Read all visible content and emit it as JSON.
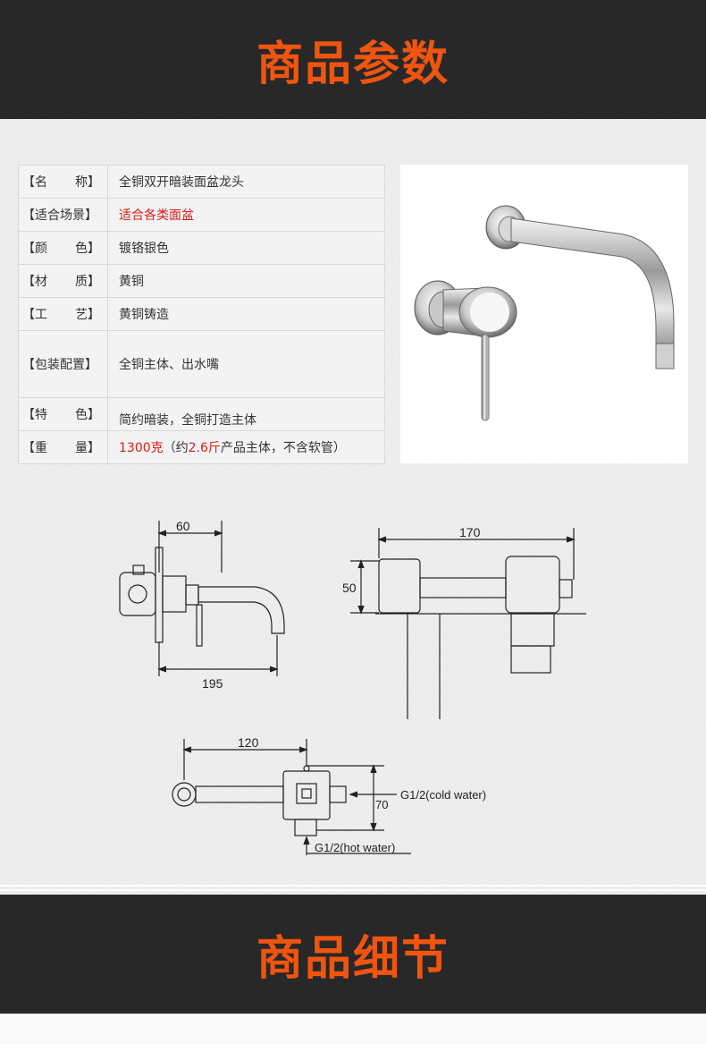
{
  "header": {
    "title": "商品参数"
  },
  "specs": [
    {
      "label_left": "【名",
      "label_right": "称】",
      "value": "全铜双开暗装面盆龙头",
      "highlight": false
    },
    {
      "label_left": "【适合场景】",
      "label_right": "",
      "value": "适合各类面盆",
      "highlight": true
    },
    {
      "label_left": "【颜",
      "label_right": "色】",
      "value": "镀铬银色",
      "highlight": false
    },
    {
      "label_left": "【材",
      "label_right": "质】",
      "value": "黄铜",
      "highlight": false
    },
    {
      "label_left": "【工",
      "label_right": "艺】",
      "value": "黄铜铸造",
      "highlight": false
    },
    {
      "label_left": "【包装配置】",
      "label_right": "",
      "value": "全铜主体、出水嘴",
      "highlight": false
    },
    {
      "label_left": "【特",
      "label_right": "色】",
      "value": "简约暗装，全铜打造主体",
      "highlight": false
    },
    {
      "label_left": "【重",
      "label_right": "量】",
      "value_prefix_red": "1300克",
      "value_mid": "（约",
      "value_red2": "2.6斤",
      "value_suffix": "产品主体，不含软管）"
    }
  ],
  "drawing": {
    "dim_60": "60",
    "dim_195": "195",
    "dim_170": "170",
    "dim_50": "50",
    "dim_120": "120",
    "dim_70": "70",
    "cold_water": "G1/2(cold water)",
    "hot_water": "G1/2(hot water)"
  },
  "footer": {
    "title": "商品细节"
  }
}
